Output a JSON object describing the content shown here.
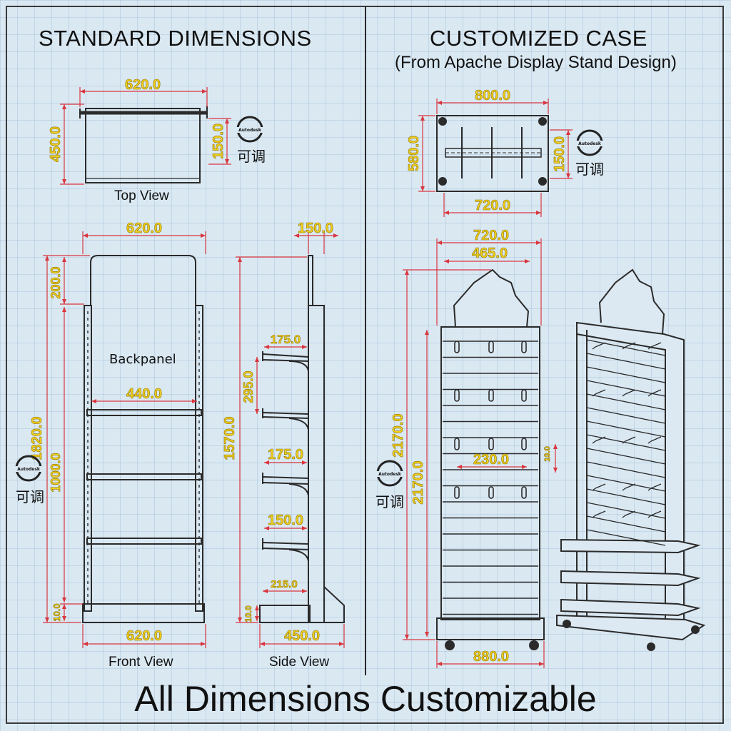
{
  "left_panel": {
    "title": "STANDARD DIMENSIONS",
    "top_view": {
      "label": "Top View",
      "width": "620.0",
      "depth": "450.0",
      "adjust": "150.0",
      "note": "可调",
      "seal": "Autodesk"
    },
    "front_view": {
      "label": "Front View",
      "width_top": "620.0",
      "width_bottom": "620.0",
      "header_height": "200.0",
      "total_height": "1820.0",
      "inner_height": "1000.0",
      "base_height": "10.0",
      "inner_width": "440.0",
      "backpanel_label": "Backpanel",
      "note": "可调",
      "seal": "Autodesk"
    },
    "side_view": {
      "label": "Side View",
      "depth_top": "150.0",
      "total_height": "1570.0",
      "shelf_spacing": "295.0",
      "shelf_1": "175.0",
      "shelf_2": "175.0",
      "shelf_3": "150.0",
      "shelf_4": "215.0",
      "base_height": "10.0",
      "base_depth": "450.0"
    }
  },
  "right_panel": {
    "title": "CUSTOMIZED CASE",
    "subtitle": "(From Apache Display Stand Design)",
    "top_view": {
      "width": "800.0",
      "depth": "580.0",
      "adjust": "150.0",
      "inner_width": "720.0",
      "note": "可调",
      "seal": "Autodesk"
    },
    "front_view": {
      "width_top": "720.0",
      "header_width": "465.0",
      "total_height_1": "2170.0",
      "total_height_2": "2170.0",
      "hook_spacing": "230.0",
      "slot_height": "10.0",
      "base_width": "880.0",
      "note": "可调",
      "seal": "Autodesk"
    }
  },
  "footer": {
    "text": "All Dimensions Customizable"
  }
}
